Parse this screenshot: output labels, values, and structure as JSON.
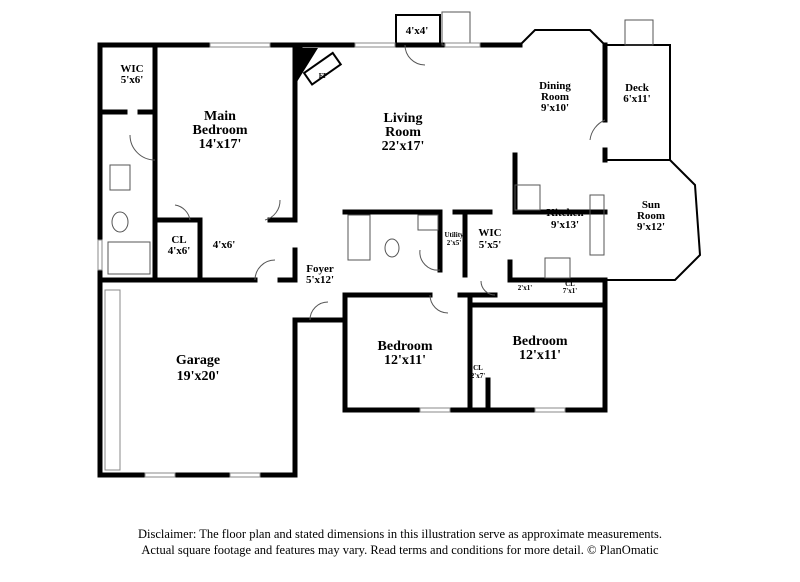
{
  "rooms": {
    "wic_main": {
      "name": "WIC",
      "size": "5'x6'"
    },
    "main_bedroom": {
      "name": "Main",
      "name2": "Bedroom",
      "size": "14'x17'"
    },
    "fireplace": {
      "name": "FP"
    },
    "living_room": {
      "name": "Living",
      "name2": "Room",
      "size": "22'x17'"
    },
    "porch": {
      "size": "4'x4'"
    },
    "dining_room": {
      "name": "Dining",
      "name2": "Room",
      "size": "9'x10'"
    },
    "deck": {
      "name": "Deck",
      "size": "6'x11'"
    },
    "kitchen": {
      "name": "Kitchen",
      "size": "9'x13'"
    },
    "sun_room": {
      "name": "Sun",
      "name2": "Room",
      "size": "9'x12'"
    },
    "utility": {
      "name": "Utility",
      "size": "2'x5'"
    },
    "wic_hall": {
      "name": "WIC",
      "size": "5'x5'"
    },
    "cl_main": {
      "name": "CL",
      "size": "4'x6'"
    },
    "closet_4x6": {
      "size": "4'x6'"
    },
    "foyer": {
      "name": "Foyer",
      "size": "5'x12'"
    },
    "closet_2x1": {
      "size": "2'x1'"
    },
    "cl_7x1": {
      "name": "CL",
      "size": "7'x1'"
    },
    "garage": {
      "name": "Garage",
      "size": "19'x20'"
    },
    "bedroom_left": {
      "name": "Bedroom",
      "size": "12'x11'"
    },
    "cl_2x7": {
      "name": "CL",
      "size": "2'x7'"
    },
    "bedroom_right": {
      "name": "Bedroom",
      "size": "12'x11'"
    }
  },
  "disclaimer": {
    "line1": "Disclaimer: The floor plan and stated dimensions in this illustration serve as approximate measurements.",
    "line2": "Actual square footage and features may vary. Read terms and conditions for more detail. © PlanOmatic"
  }
}
